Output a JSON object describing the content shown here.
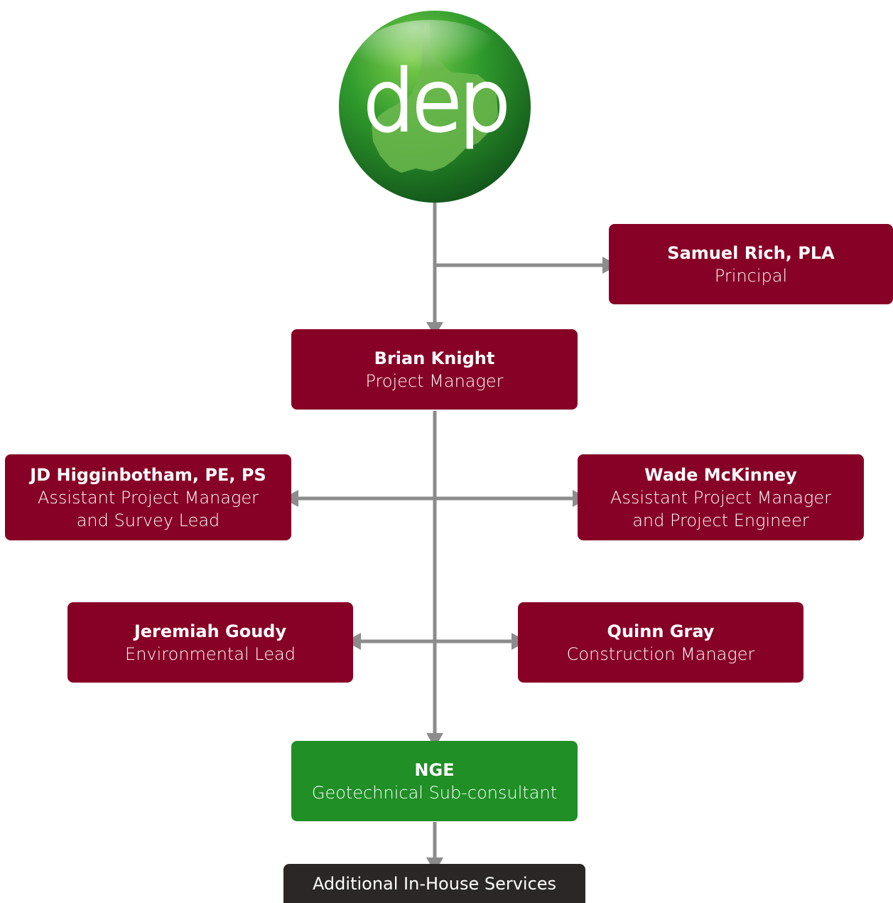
{
  "colors": {
    "maroon": "#870026",
    "green": "#1f8f26",
    "dark": "#2a2726",
    "connector": "#8c8c8c"
  },
  "logo": {
    "text": "dep"
  },
  "nodes": {
    "principal": {
      "name": "Samuel Rich, PLA",
      "role": "Principal"
    },
    "project_manager": {
      "name": "Brian Knight",
      "role": "Project Manager"
    },
    "apm_survey": {
      "name": "JD Higginbotham, PE, PS",
      "role_line1": "Assistant Project Manager",
      "role_line2": "and Survey Lead"
    },
    "apm_engineer": {
      "name": "Wade McKinney",
      "role_line1": "Assistant Project Manager",
      "role_line2": "and Project Engineer"
    },
    "environmental": {
      "name": "Jeremiah Goudy",
      "role": "Environmental Lead"
    },
    "construction": {
      "name": "Quinn Gray",
      "role": "Construction Manager"
    },
    "subconsultant": {
      "name": "NGE",
      "role": "Geotechnical Sub-consultant"
    },
    "additional": {
      "label": "Additional In-House Services"
    }
  }
}
